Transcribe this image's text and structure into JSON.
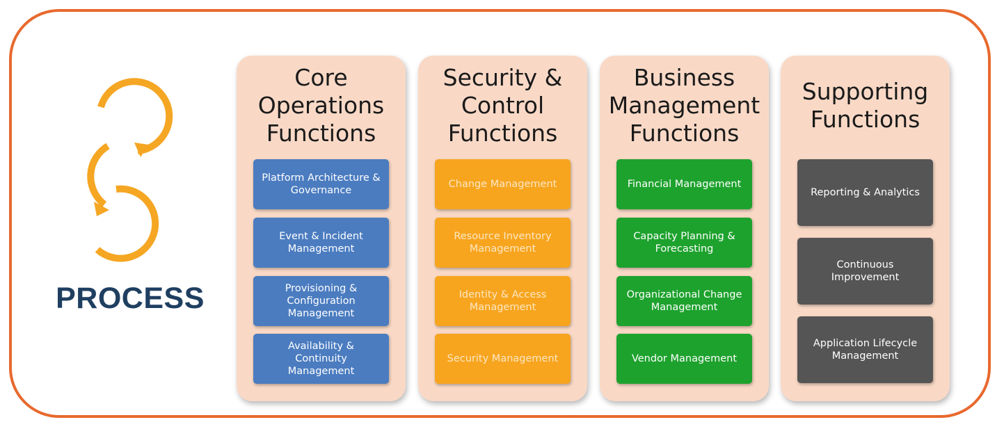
{
  "process_label": "PROCESS",
  "colors": {
    "frame_border": "#e8692e",
    "cycle_arrows": "#f5a623",
    "process_text": "#1f3f61",
    "column_bg": "#f9d9c6",
    "core": "#4b7cc0",
    "security": "#f7a51f",
    "business": "#1ea22e",
    "supporting": "#555555"
  },
  "icon": "cycle-arrows-icon",
  "columns": [
    {
      "title": [
        "Core",
        "Operations",
        "Functions"
      ],
      "items": [
        [
          "Platform Architecture &",
          "Governance"
        ],
        [
          "Event & Incident",
          "Management"
        ],
        [
          "Provisioning &",
          "Configuration",
          "Management"
        ],
        [
          "Availability &",
          "Continuity",
          "Management"
        ]
      ]
    },
    {
      "title": [
        "Security &",
        "Control",
        "Functions"
      ],
      "items": [
        [
          "Change Management"
        ],
        [
          "Resource Inventory",
          "Management"
        ],
        [
          "Identity & Access",
          "Management"
        ],
        [
          "Security Management"
        ]
      ]
    },
    {
      "title": [
        "Business",
        "Management",
        "Functions"
      ],
      "items": [
        [
          "Financial Management"
        ],
        [
          "Capacity Planning &",
          "Forecasting"
        ],
        [
          "Organizational Change",
          "Management"
        ],
        [
          "Vendor Management"
        ]
      ]
    },
    {
      "title": [
        "Supporting",
        "Functions"
      ],
      "items": [
        [
          "Reporting & Analytics"
        ],
        [
          "Continuous",
          "Improvement"
        ],
        [
          "Application Lifecycle",
          "Management"
        ]
      ]
    }
  ]
}
